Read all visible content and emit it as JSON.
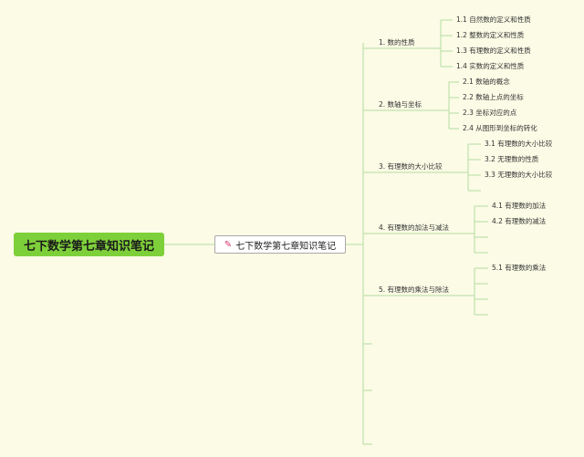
{
  "root": {
    "label": "七下数学第七章知识笔记"
  },
  "center": {
    "label": "七下数学第七章知识笔记",
    "icon": "pin-icon"
  },
  "colors": {
    "line": "#b6dca0",
    "root_bg": "#7ed03a",
    "background": "#fbfbe6"
  },
  "branches": [
    {
      "label": "1. 数的性质",
      "children": [
        "1.1 自然数的定义和性质",
        "1.2 整数的定义和性质",
        "1.3 有理数的定义和性质",
        "1.4 实数的定义和性质"
      ]
    },
    {
      "label": "2. 数轴与坐标",
      "children": [
        "2.1 数轴的概念",
        "2.2 数轴上点的坐标",
        "2.3 坐标对应的点",
        "2.4 从图形到坐标的转化"
      ]
    },
    {
      "label": "3. 有理数的大小比较",
      "children": [
        "3.1 有理数的大小比较",
        "3.2 无理数的性质",
        "3.3 无理数的大小比较",
        ""
      ]
    },
    {
      "label": "4. 有理数的加法与减法",
      "children": [
        "4.1 有理数的加法",
        "4.2 有理数的减法",
        "",
        ""
      ]
    },
    {
      "label": "5. 有理数的乘法与除法",
      "children": [
        "5.1 有理数的乘法",
        "",
        "",
        ""
      ]
    },
    {
      "label": "",
      "children": []
    },
    {
      "label": "",
      "children": []
    },
    {
      "label": "",
      "children": []
    }
  ]
}
